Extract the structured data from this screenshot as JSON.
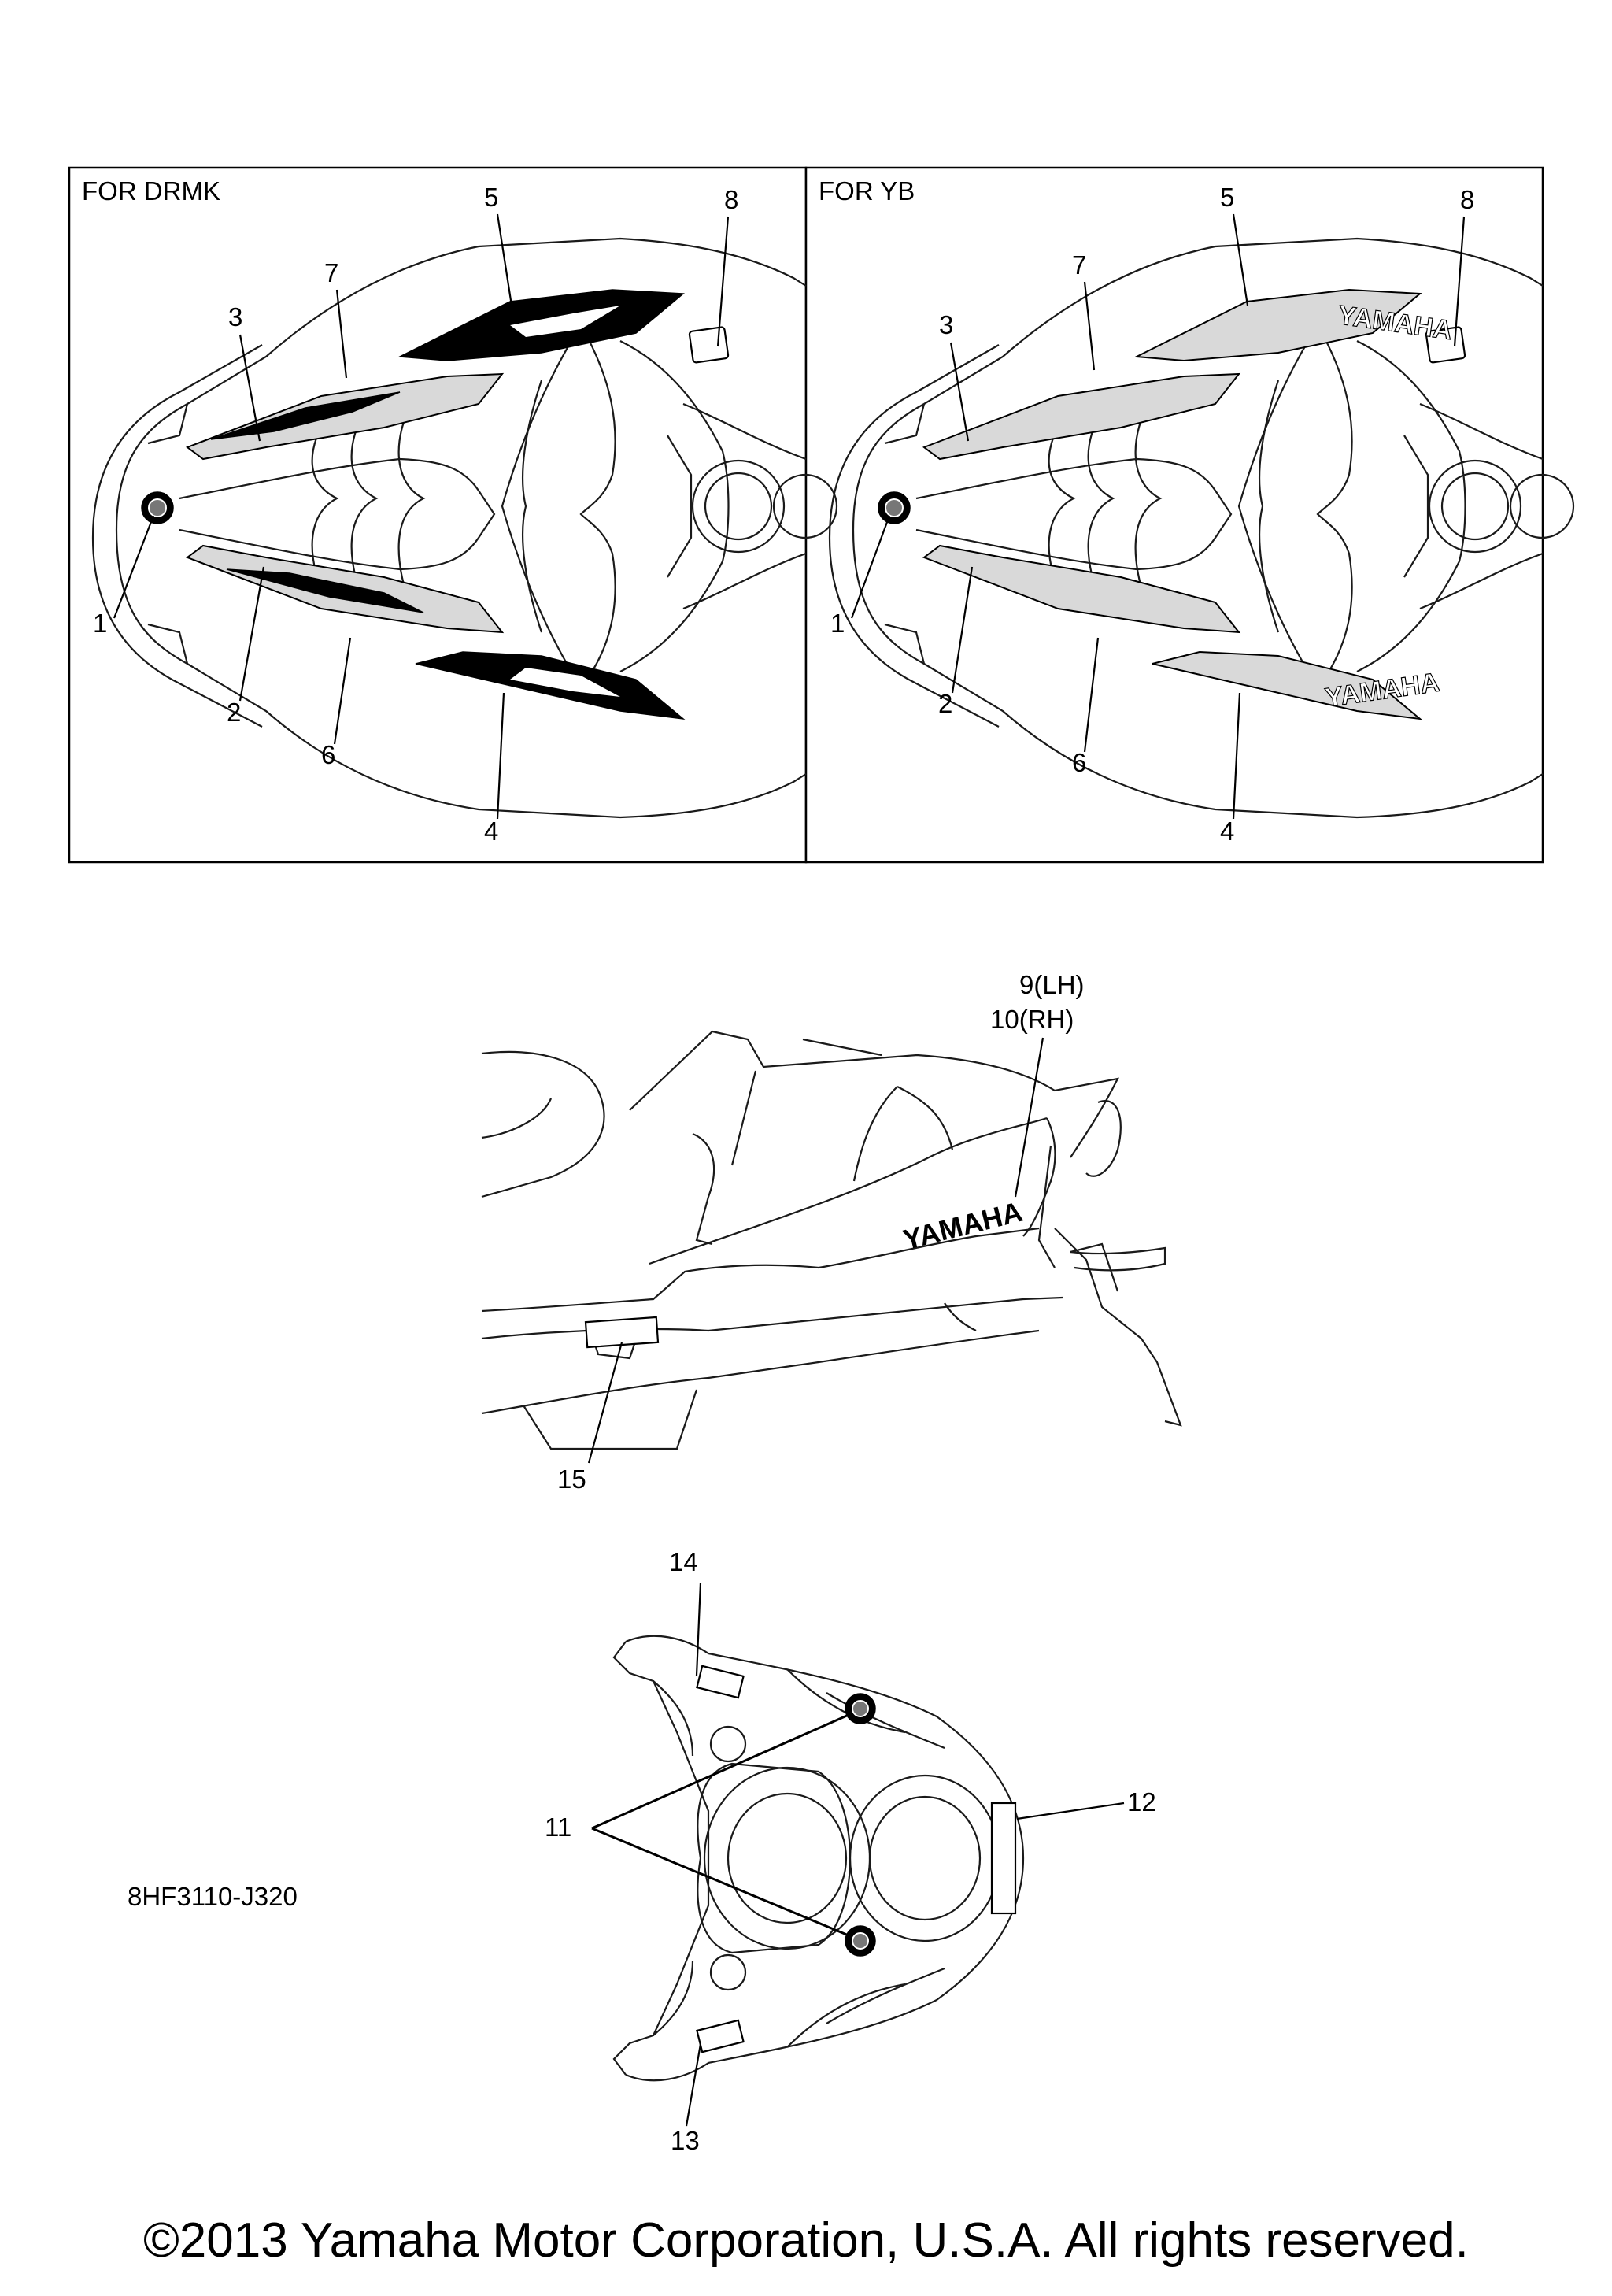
{
  "panels": [
    {
      "title": "FOR DRMK",
      "callouts": [
        "1",
        "2",
        "3",
        "4",
        "5",
        "6",
        "7",
        "8"
      ]
    },
    {
      "title": "FOR YB",
      "callouts": [
        "1",
        "2",
        "3",
        "4",
        "5",
        "6",
        "7",
        "8"
      ]
    }
  ],
  "side_view": {
    "callout_lh": "9(LH)",
    "callout_rh": "10(RH)",
    "callout_15": "15",
    "decal_text": "YAMAHA"
  },
  "top_view": {
    "callout_11": "11",
    "callout_12": "12",
    "callout_13": "13",
    "callout_14": "14"
  },
  "decal_texts": {
    "yb_upper": "YAMAHA",
    "yb_lower": "YAMAHA"
  },
  "part_code": "8HF3110-J320",
  "copyright": "©2013 Yamaha Motor Corporation, U.S.A. All rights reserved."
}
